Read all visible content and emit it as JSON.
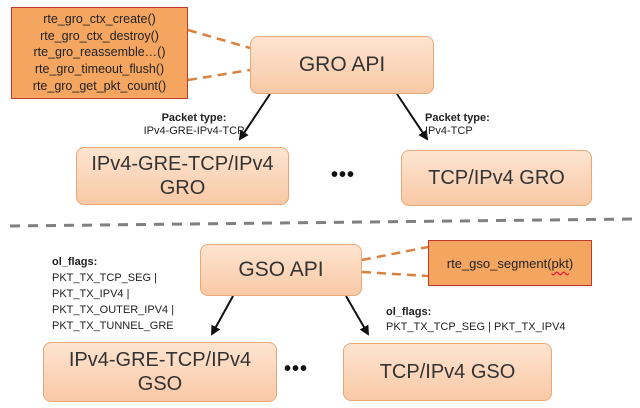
{
  "gro": {
    "functions": [
      "rte_gro_ctx_create()",
      "rte_gro_ctx_destroy()",
      "rte_gro_reassemble…()",
      "rte_gro_timeout_flush()",
      "rte_gro_get_pkt_count()"
    ],
    "api_label": "GRO API",
    "left_packet": {
      "title": "Packet type:",
      "value": "IPv4-GRE-IPv4-TCP"
    },
    "right_packet": {
      "title": "Packet type:",
      "value": "IPv4-TCP"
    },
    "left_box": [
      "IPv4-GRE-TCP/IPv4",
      "GRO"
    ],
    "right_box": "TCP/IPv4 GRO",
    "ellipsis": "•••"
  },
  "gso": {
    "function_prefix": "rte_gso_segment(",
    "function_arg": "pkt",
    "function_suffix": ")",
    "api_label": "GSO API",
    "left_flags": {
      "title": "ol_flags:",
      "lines": [
        "PKT_TX_TCP_SEG |",
        "PKT_TX_IPV4 |",
        "PKT_TX_OUTER_IPV4 |",
        "PKT_TX_TUNNEL_GRE"
      ]
    },
    "right_flags": {
      "title": "ol_flags:",
      "value": "PKT_TX_TCP_SEG | PKT_TX_IPV4"
    },
    "left_box": [
      "IPv4-GRE-TCP/IPv4",
      "GSO"
    ],
    "right_box": "TCP/IPv4 GSO",
    "ellipsis": "•••"
  },
  "colors": {
    "box_fill_top": "#fde4d0",
    "box_fill_bottom": "#f9c9a6",
    "box_border": "#e8a877",
    "function_box_fill": "#f4a661",
    "function_box_border": "#c0392b",
    "connector": "#d9823f",
    "divider": "#808080",
    "arrow": "#111111"
  }
}
